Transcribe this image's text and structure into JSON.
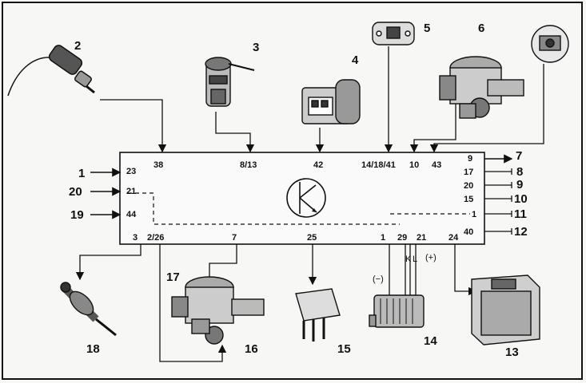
{
  "components": [
    "1",
    "2",
    "3",
    "4",
    "5",
    "6",
    "7",
    "8",
    "9",
    "10",
    "11",
    "12",
    "13",
    "14",
    "15",
    "16",
    "17",
    "18",
    "19",
    "20"
  ],
  "pins": {
    "top": [
      "38",
      "8/13",
      "42",
      "14/18/41",
      "10",
      "43"
    ],
    "left": [
      "23",
      "21",
      "44"
    ],
    "right": [
      "9",
      "17",
      "20",
      "15",
      "1",
      "40"
    ],
    "bottom": [
      "3",
      "2/26",
      "7",
      "25",
      "1",
      "29",
      "21",
      "24"
    ]
  },
  "polarity": {
    "negative": "(−)",
    "positive": "(+)",
    "k": "K",
    "l": "L"
  }
}
